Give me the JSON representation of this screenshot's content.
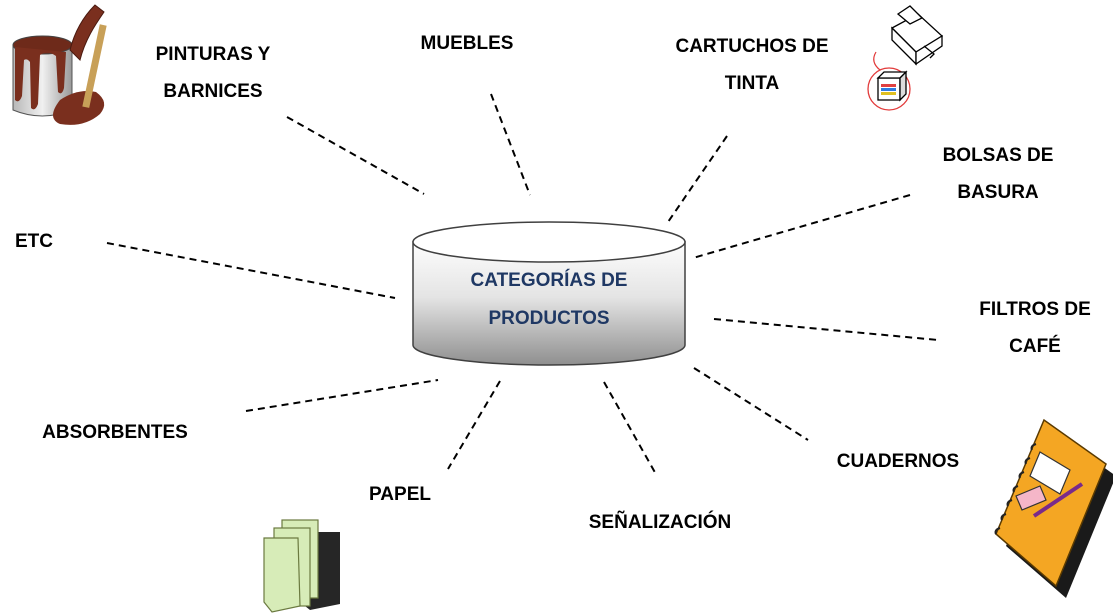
{
  "center": {
    "line1": "CATEGORÍAS DE",
    "line2": "PRODUCTOS"
  },
  "categories": {
    "pinturas": {
      "line1": "PINTURAS Y",
      "line2": "BARNICES"
    },
    "muebles": {
      "line1": "MUEBLES"
    },
    "cartuchos": {
      "line1": "CARTUCHOS DE",
      "line2": "TINTA"
    },
    "bolsas": {
      "line1": "BOLSAS DE",
      "line2": "BASURA"
    },
    "etc": {
      "line1": "ETC"
    },
    "filtros": {
      "line1": "FILTROS DE",
      "line2": "CAFÉ"
    },
    "absorbentes": {
      "line1": "ABSORBENTES"
    },
    "cuadernos": {
      "line1": "CUADERNOS"
    },
    "papel": {
      "line1": "PAPEL"
    },
    "senalizacion": {
      "line1": "SEÑALIZACIÓN"
    }
  },
  "colors": {
    "center_text": "#1f3864",
    "cylinder_top": "#ffffff",
    "cylinder_body_light": "#f2f2f2",
    "cylinder_body_dark": "#8c8c8c",
    "paint_bucket": "#7a2f1e",
    "notebook": "#f4a623"
  },
  "icons": {
    "paint": "paint-bucket-brush-icon",
    "printer": "printer-cartridge-icon",
    "paper": "paper-stack-icon",
    "notebook": "notebook-icon"
  }
}
